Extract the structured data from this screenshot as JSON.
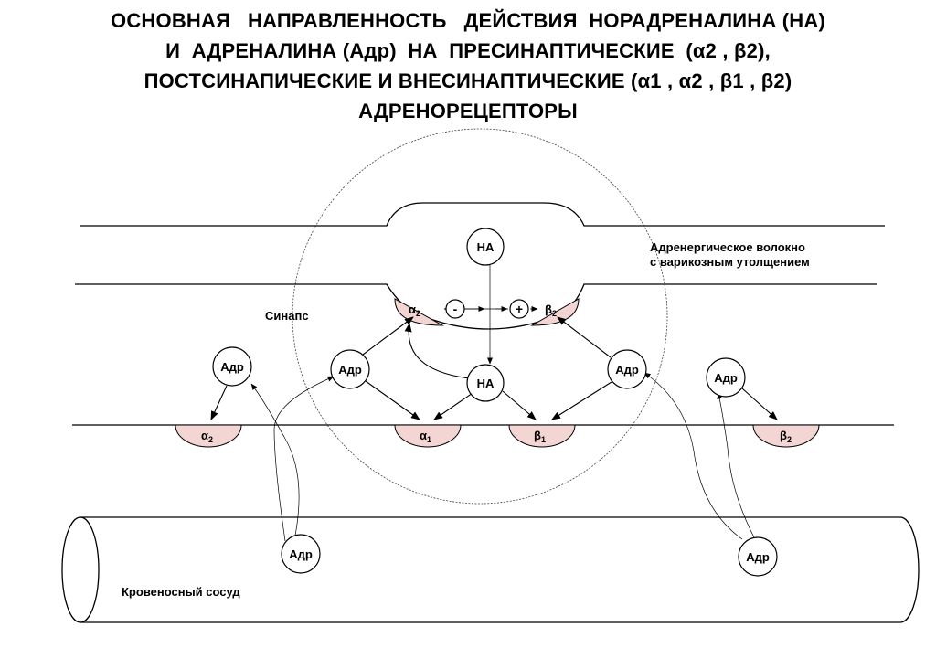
{
  "title": {
    "line1": "ОСНОВНАЯ   НАПРАВЛЕННОСТЬ   ДЕЙСТВИЯ  НОРАДРЕНАЛИНА (НА)",
    "line2_main": "И  АДРЕНАЛИНА (Адр)  НА  ПРЕСИНАПТИЧЕСКИЕ  (",
    "line2_receptors": "α2 , β2",
    "line2_end": "),",
    "line3_main": "ПОСТСИНАПИЧЕСКИЕ И ВНЕСИНАПТИЧЕСКИЕ (",
    "line3_receptors": "α1 , α2 , β1 , β2",
    "line3_end": ")",
    "line4": "АДРЕНОРЕЦЕПТОРЫ"
  },
  "labels": {
    "fiber_line1": "Адренергическое волокно",
    "fiber_line2": "с варикозным утолщением",
    "synapse": "Синапс",
    "vessel": "Кровеносный сосуд"
  },
  "molecules": {
    "na": "НА",
    "adr": "Адр",
    "minus": "-",
    "plus": "+"
  },
  "receptors": {
    "alpha": "α",
    "beta": "β",
    "sub1": "1",
    "sub2": "2"
  },
  "colors": {
    "receptor_fill": "#f3d6d3",
    "line": "#000000"
  }
}
